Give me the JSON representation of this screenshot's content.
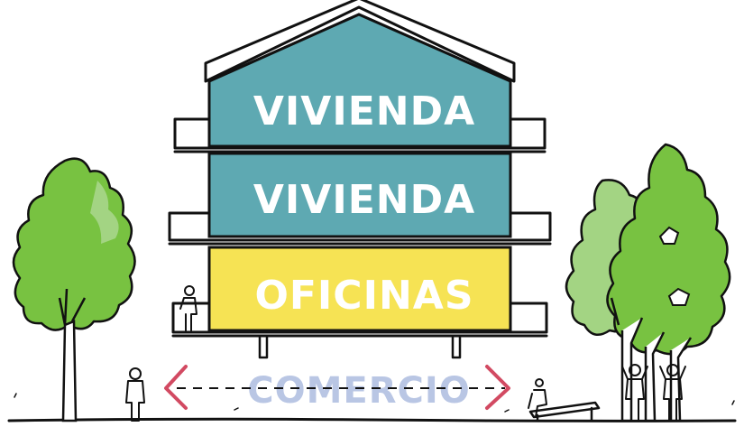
{
  "floors": [
    {
      "label": "VIVIENDA",
      "color": "#5ea9b2"
    },
    {
      "label": "VIVIENDA",
      "color": "#5ea9b2"
    },
    {
      "label": "OFICINAS",
      "color": "#f6e354"
    }
  ],
  "ground_floor": {
    "label": "COMERCIO",
    "color": "#b9c6e4"
  },
  "colors": {
    "tree_light": "#a3d483",
    "tree_dark": "#78c241",
    "arrow": "#d24a62",
    "ink": "#111111"
  },
  "icons": [
    "left-arrow-icon",
    "right-arrow-icon",
    "tree-icon",
    "person-icon",
    "bench-icon"
  ]
}
